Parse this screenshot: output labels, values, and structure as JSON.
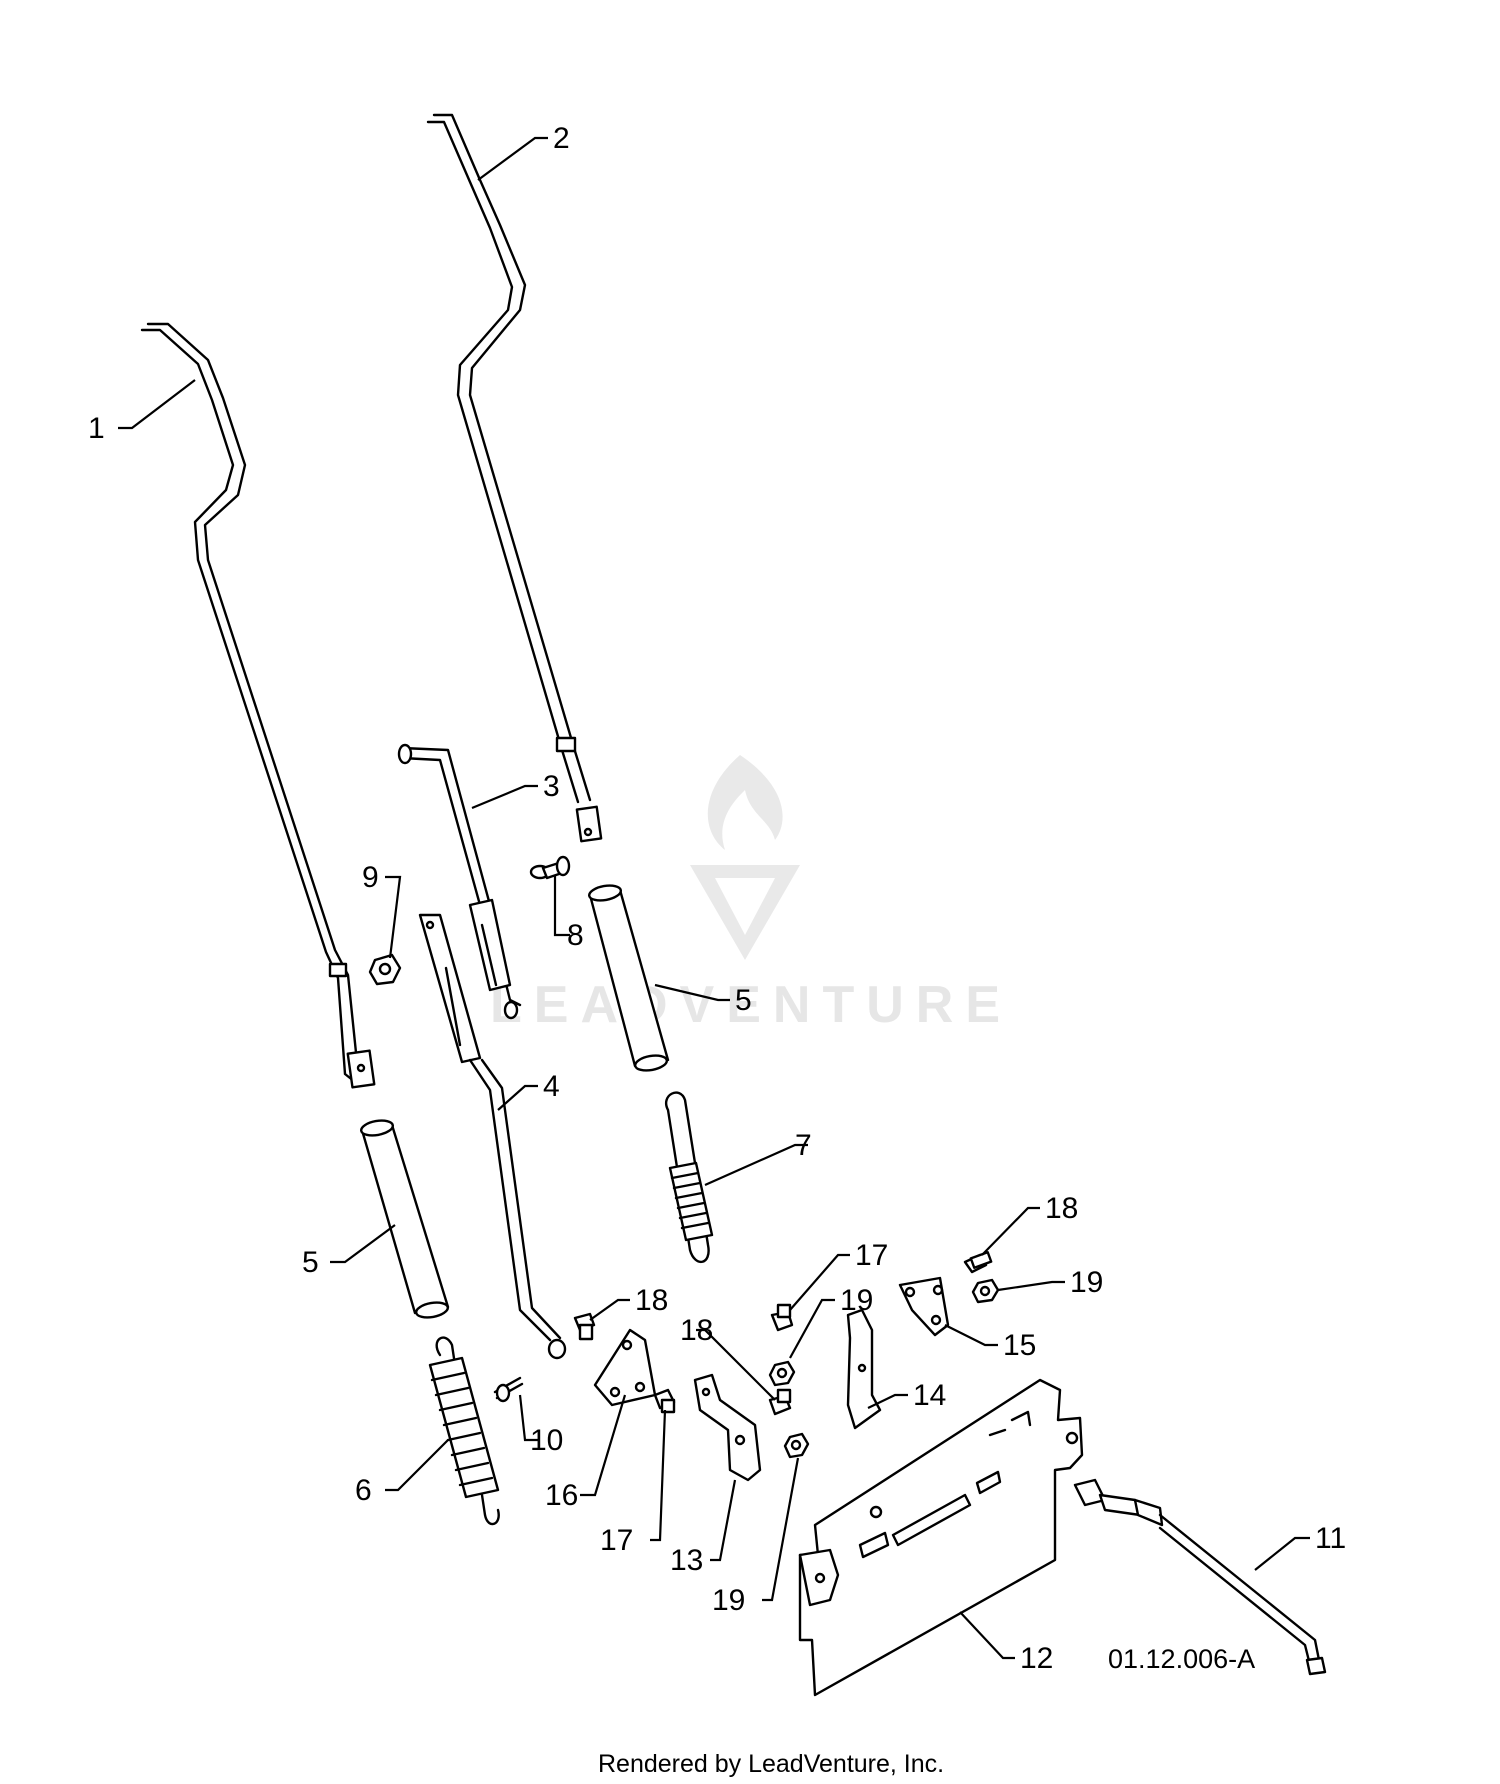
{
  "callouts": {
    "c1": "1",
    "c2": "2",
    "c3": "3",
    "c4": "4",
    "c5a": "5",
    "c5b": "5",
    "c6": "6",
    "c7": "7",
    "c8": "8",
    "c9": "9",
    "c10": "10",
    "c11": "11",
    "c12": "12",
    "c13": "13",
    "c14": "14",
    "c15": "15",
    "c16": "16",
    "c17a": "17",
    "c17b": "17",
    "c18a": "18",
    "c18b": "18",
    "c18c": "18",
    "c19a": "19",
    "c19b": "19",
    "c19c": "19"
  },
  "reference_code": "01.12.006-A",
  "watermark": {
    "text": "LEADVENTURE",
    "icon": "flame-v-logo-icon"
  },
  "footer": {
    "rendered_by": "Rendered by LeadVenture, Inc."
  },
  "colors": {
    "line": "#000000",
    "watermark": "#e6e6e6",
    "background": "#ffffff"
  }
}
